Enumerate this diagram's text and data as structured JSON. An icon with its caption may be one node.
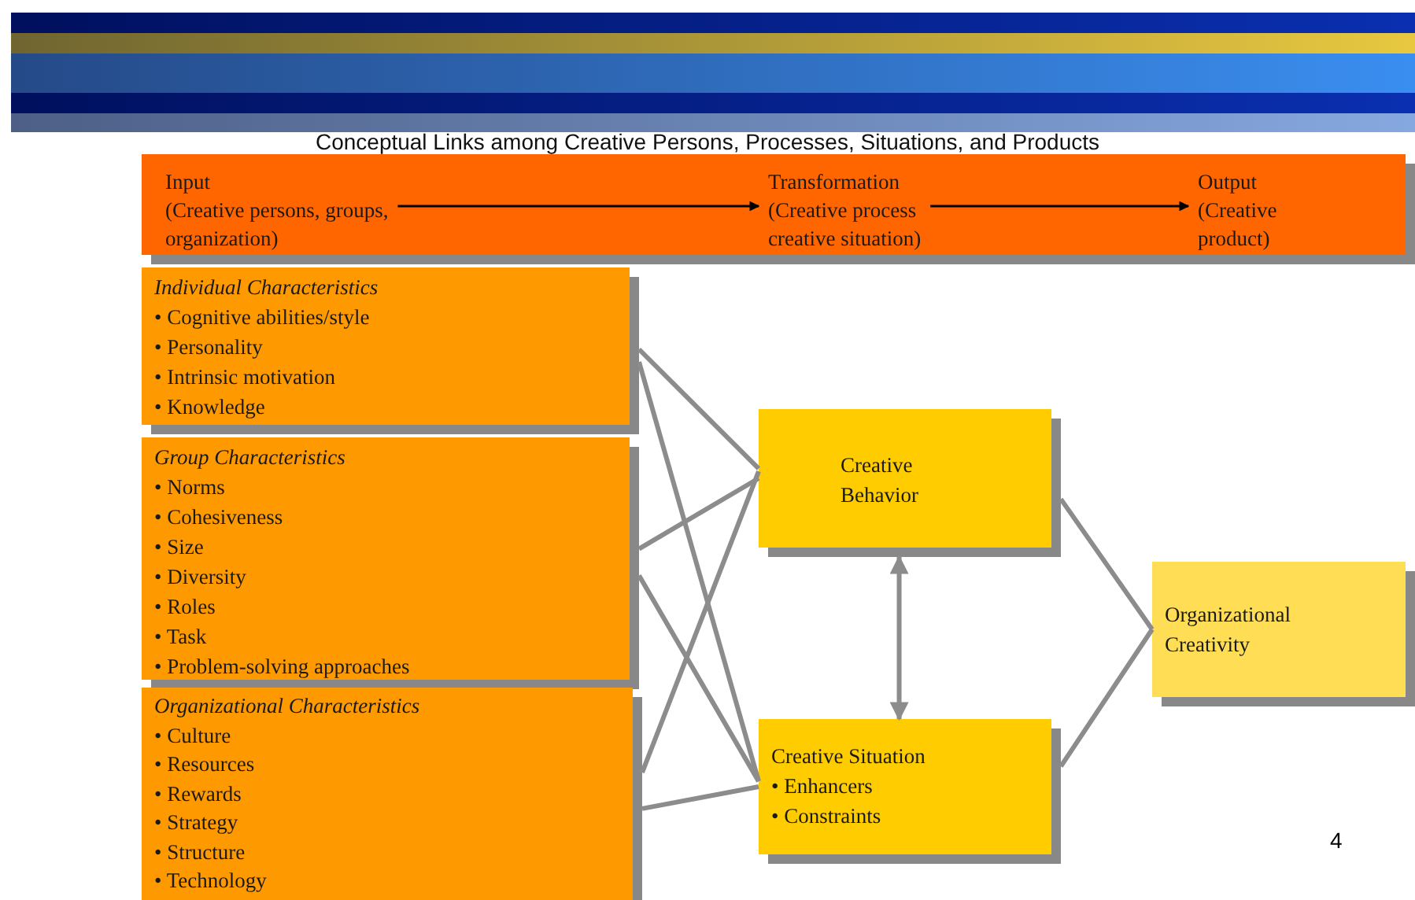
{
  "diagram": {
    "title": "Conceptual Links among Creative Persons, Processes, Situations, and Products",
    "nodes": [
      {
        "text": [],
        "shape": "bar"
      },
      {
        "text": [
          "Input",
          "(Creative persons, groups, organization)"
        ],
        "in": 0
      },
      {
        "text": [
          "Transformation",
          "(Creative process creative situation)"
        ],
        "in": 0
      },
      {
        "text": [
          "Output",
          "(Creative product)"
        ],
        "in": 0
      },
      {
        "text": [
          "Individual Characteristics",
          "• Cognitive abilities/style",
          "• Personality",
          "• Intrinsic motivation",
          "• Knowledge"
        ]
      },
      {
        "text": [
          "Group Characteristics",
          "• Norms",
          "• Cohesiveness",
          "• Size",
          "• Diversity",
          "• Roles",
          "• Task",
          "• Problem-solving approaches"
        ]
      },
      {
        "text": [
          "Organizational Characteristics",
          "• Culture",
          "• Resources",
          "• Rewards",
          "• Strategy",
          "• Structure",
          "• Technology"
        ]
      },
      {
        "text": [
          "Creative Behavior"
        ]
      },
      {
        "text": [
          "Creative Situation",
          "• Enhancers",
          "• Constraints"
        ]
      },
      {
        "text": [
          "Organizational Creativity"
        ]
      }
    ],
    "edges": [
      {
        "from": 1,
        "to": 2,
        "arrow": "to",
        "color": "#000000"
      },
      {
        "from": 2,
        "to": 3,
        "arrow": "to",
        "color": "#000000"
      },
      {
        "from": 4,
        "to": 7,
        "arrow": "none"
      },
      {
        "from": 4,
        "to": 8,
        "arrow": "none"
      },
      {
        "from": 5,
        "to": 7,
        "arrow": "none"
      },
      {
        "from": 5,
        "to": 8,
        "arrow": "none"
      },
      {
        "from": 6,
        "to": 7,
        "arrow": "none"
      },
      {
        "from": 6,
        "to": 8,
        "arrow": "none"
      },
      {
        "from": 7,
        "to": 8,
        "arrow": "both"
      },
      {
        "from": 7,
        "to": 9,
        "arrow": "none"
      },
      {
        "from": 8,
        "to": 9,
        "arrow": "none"
      }
    ],
    "labels": [
      "4"
    ]
  }
}
